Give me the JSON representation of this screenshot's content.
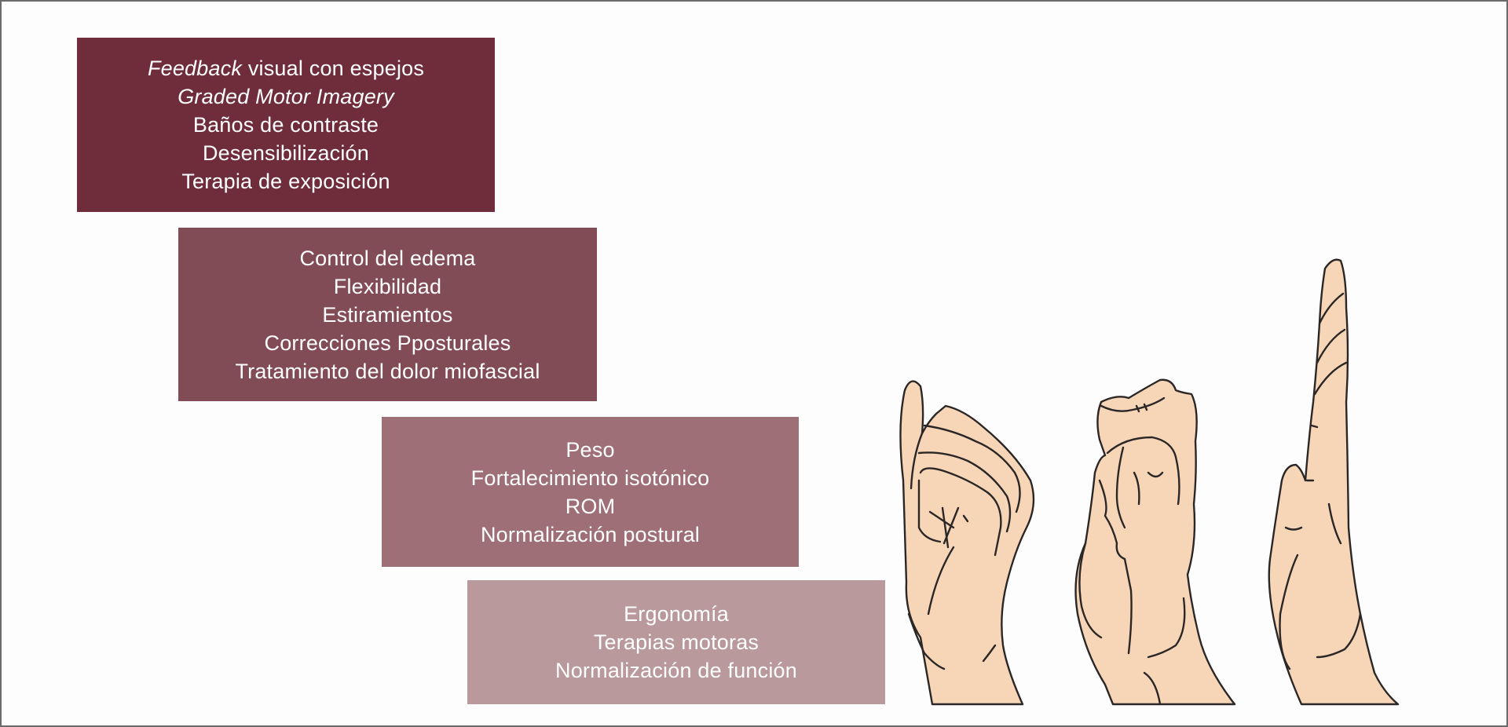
{
  "diagram": {
    "type": "stepped-list-with-illustration",
    "levels": [
      {
        "id": "level-1",
        "color": "#6f2d3c",
        "items": [
          {
            "italic": "Feedback",
            "text": " visual con espejos"
          },
          {
            "italic": "Graded Motor Imagery",
            "text": ""
          },
          {
            "italic": "",
            "text": "Baños de contraste"
          },
          {
            "italic": "",
            "text": "Desensibilización"
          },
          {
            "italic": "",
            "text": "Terapia de exposición"
          }
        ]
      },
      {
        "id": "level-2",
        "color": "#824c57",
        "items": [
          {
            "italic": "",
            "text": "Control del edema"
          },
          {
            "italic": "",
            "text": "Flexibilidad"
          },
          {
            "italic": "",
            "text": "Estiramientos"
          },
          {
            "italic": "",
            "text": "Correcciones Ppostural­es"
          },
          {
            "italic": "",
            "text": "Tratamiento del dolor miofascial"
          }
        ]
      },
      {
        "id": "level-3",
        "color": "#9e6f76",
        "items": [
          {
            "italic": "",
            "text": "Peso"
          },
          {
            "italic": "",
            "text": "Fortalecimiento isotónico"
          },
          {
            "italic": "",
            "text": "ROM"
          },
          {
            "italic": "",
            "text": "Normalización postural"
          }
        ]
      },
      {
        "id": "level-4",
        "color": "#b9999c",
        "items": [
          {
            "italic": "",
            "text": "Ergonomía"
          },
          {
            "italic": "",
            "text": "Terapias motoras"
          },
          {
            "italic": "",
            "text": "Normalización de función"
          }
        ]
      }
    ],
    "illustration": {
      "subject": "three hands: clenched fist, partial fist, open flat hand",
      "icons": [
        "fist-hand-icon",
        "partial-fist-hand-icon",
        "open-hand-icon"
      ],
      "skin_color": "#f7d6b8",
      "outline_color": "#2b2727"
    },
    "frame_border_color": "#6a6a6a"
  }
}
